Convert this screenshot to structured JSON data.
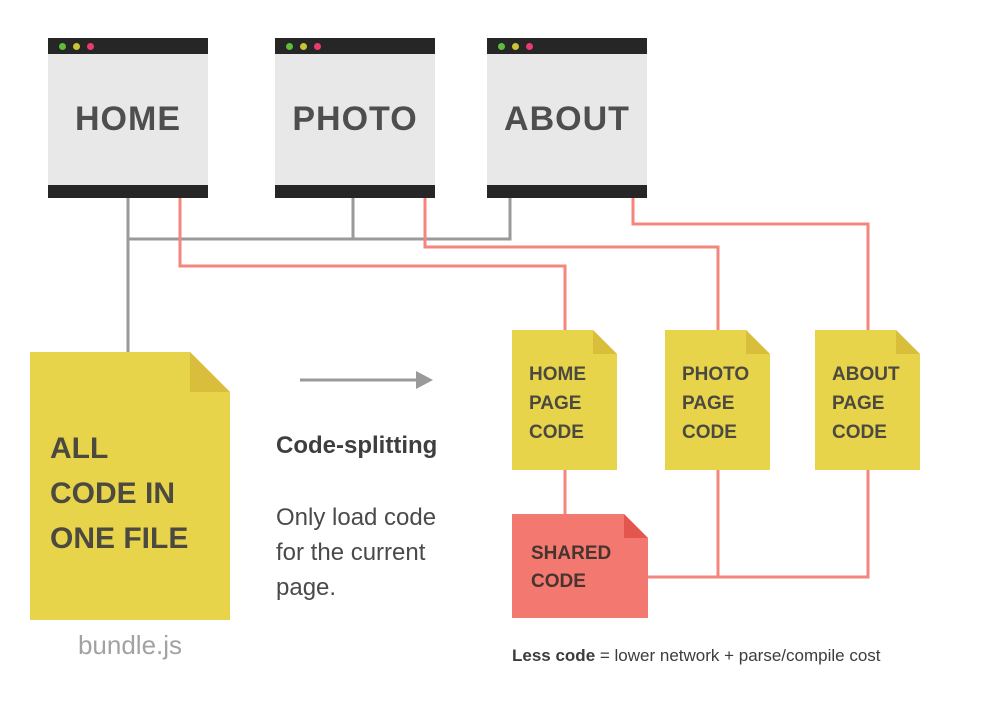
{
  "windows": [
    {
      "label": "HOME"
    },
    {
      "label": "PHOTO"
    },
    {
      "label": "ABOUT"
    }
  ],
  "bundle_file": {
    "label": "ALL\nCODE IN\nONE FILE",
    "caption": "bundle.js"
  },
  "annotation": {
    "title": "Code-splitting",
    "body": "Only load code\nfor the current\npage."
  },
  "split_files": [
    {
      "label": "HOME\nPAGE\nCODE"
    },
    {
      "label": "PHOTO\nPAGE\nCODE"
    },
    {
      "label": "ABOUT\nPAGE\nCODE"
    }
  ],
  "shared_file": {
    "label": "SHARED\nCODE"
  },
  "footnote": {
    "lead": "Less code",
    "rest": " = lower network + parse/compile cost"
  },
  "colors": {
    "file_yellow": "#E7D44B",
    "file_yellow_fold": "#D9BE3C",
    "file_salmon": "#F3786F",
    "file_salmon_fold": "#E2564E",
    "gray_line": "#9A9A9A",
    "red_line": "#F5867C",
    "window_bar": "#262626",
    "window_body": "#E8E8E8",
    "dot_green": "#5CBE3C",
    "dot_yellow": "#C9C433",
    "dot_pink": "#EA3A6E"
  }
}
